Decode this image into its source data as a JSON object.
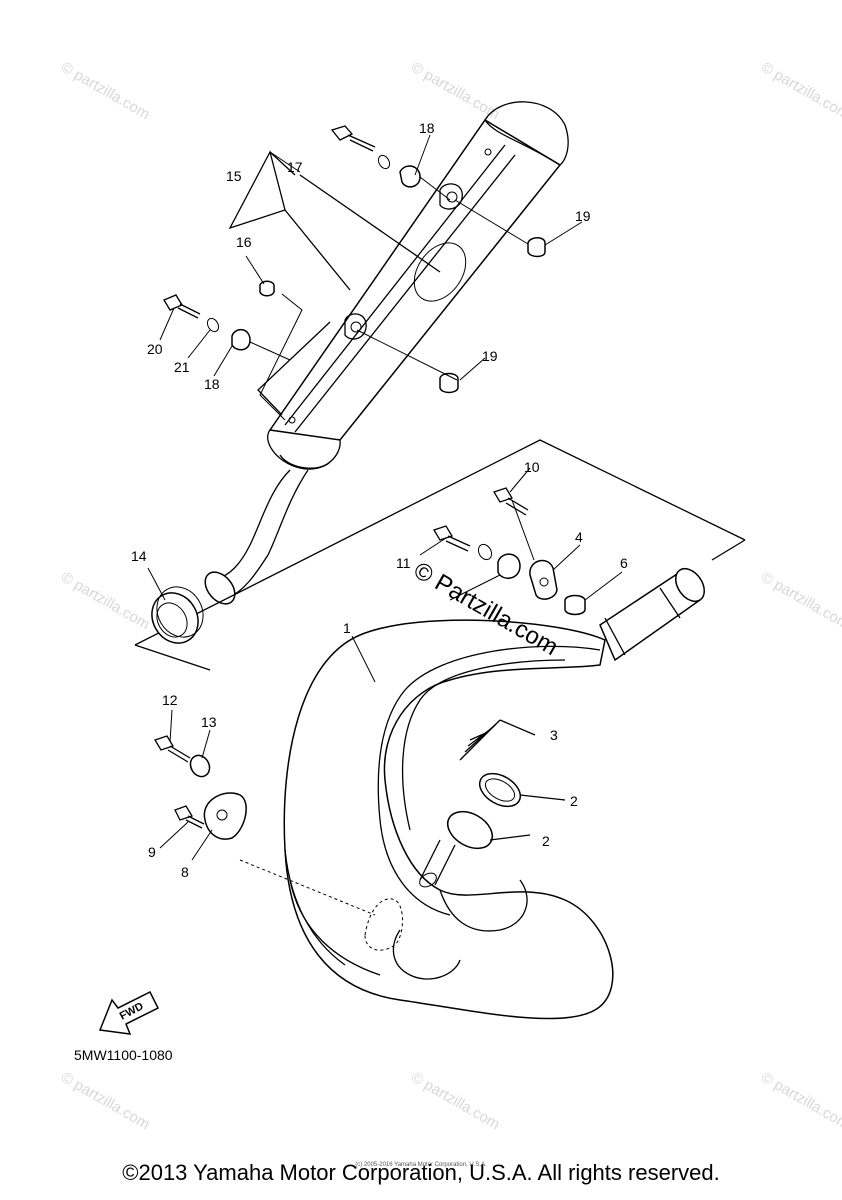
{
  "callouts": {
    "c1": "1",
    "c2a": "2",
    "c2b": "2",
    "c3": "3",
    "c4": "4",
    "c6": "6",
    "c8": "8",
    "c9": "9",
    "c10": "10",
    "c11": "11",
    "c12": "12",
    "c13": "13",
    "c14": "14",
    "c15": "15",
    "c16": "16",
    "c17": "17",
    "c18a": "18",
    "c18b": "18",
    "c19a": "19",
    "c19b": "19",
    "c20": "20",
    "c21": "21"
  },
  "fwd_label": "FWD",
  "part_code": "5MW1100-1080",
  "watermark_center": "© Partzilla.com",
  "watermark_small": "© partzilla.com",
  "copyright": "©2013 Yamaha Motor Corporation, U.S.A. All rights reserved.",
  "tiny_copyright": "(c) 2005-2016 Yamaha Motor Corporation, U.S.A."
}
